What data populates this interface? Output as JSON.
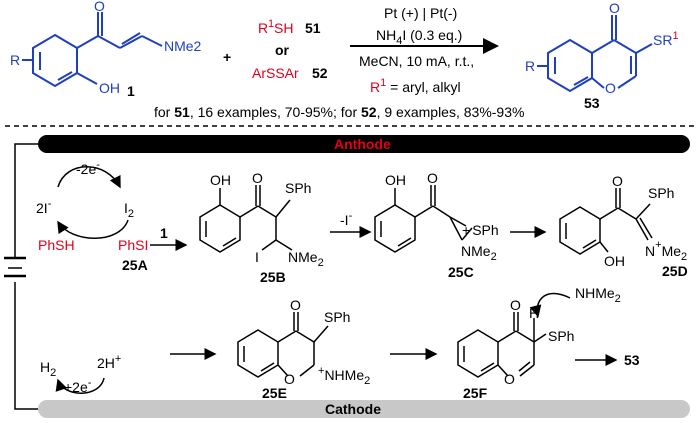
{
  "scheme": {
    "reagent_top_left": "R",
    "reagent_thiol": "SH",
    "reagent_thiol_num": "51",
    "or_label": "or",
    "reagent_disulfide": "ArSSAr",
    "reagent_disulfide_num": "52",
    "plus": "+",
    "cond_line1": "Pt (+) | Pt(-)",
    "cond_line2": "NH4I (0.3 eq.)",
    "cond_line3": "MeCN, 10 mA, r.t.,",
    "cond_line4": "R1 = aryl, alkyl",
    "sm_num": "1",
    "prod_num": "53",
    "sm_group": "NMe2",
    "sm_oh": "OH",
    "prod_sr": "SR1",
    "summary_prefix": "for ",
    "summary_51": "51",
    "summary_mid": ", 16 examples, 70-95%; for ",
    "summary_52": "52",
    "summary_end": ", 9 examples, 83%-93%"
  },
  "electrodes": {
    "anode_label": "Anthode",
    "cathode_label": "Cathode"
  },
  "mechanism": {
    "minus_2e": "-2e",
    "iodide": "2I",
    "iodine": "I",
    "phsh": "PhSH",
    "phsi": "PhSI",
    "num_25A": "25A",
    "arrow_num": "1",
    "minus_i": "-I",
    "num_25B": "25B",
    "num_25C": "25C",
    "num_25D": "25D",
    "num_25E": "25E",
    "num_25F": "25F",
    "num_53": "53",
    "sph": "SPh",
    "nme2": "NMe2",
    "oh": "OH",
    "o": "O",
    "h2": "H2",
    "plus_2e": "+2e",
    "two_h": "2H",
    "nhme2": "NHMe2",
    "h": "H",
    "i": "I"
  },
  "colors": {
    "red": "#e2001a",
    "blue": "#1f3fbf",
    "anode_bar": "#000000",
    "cathode_bar": "#c8c8c8"
  }
}
